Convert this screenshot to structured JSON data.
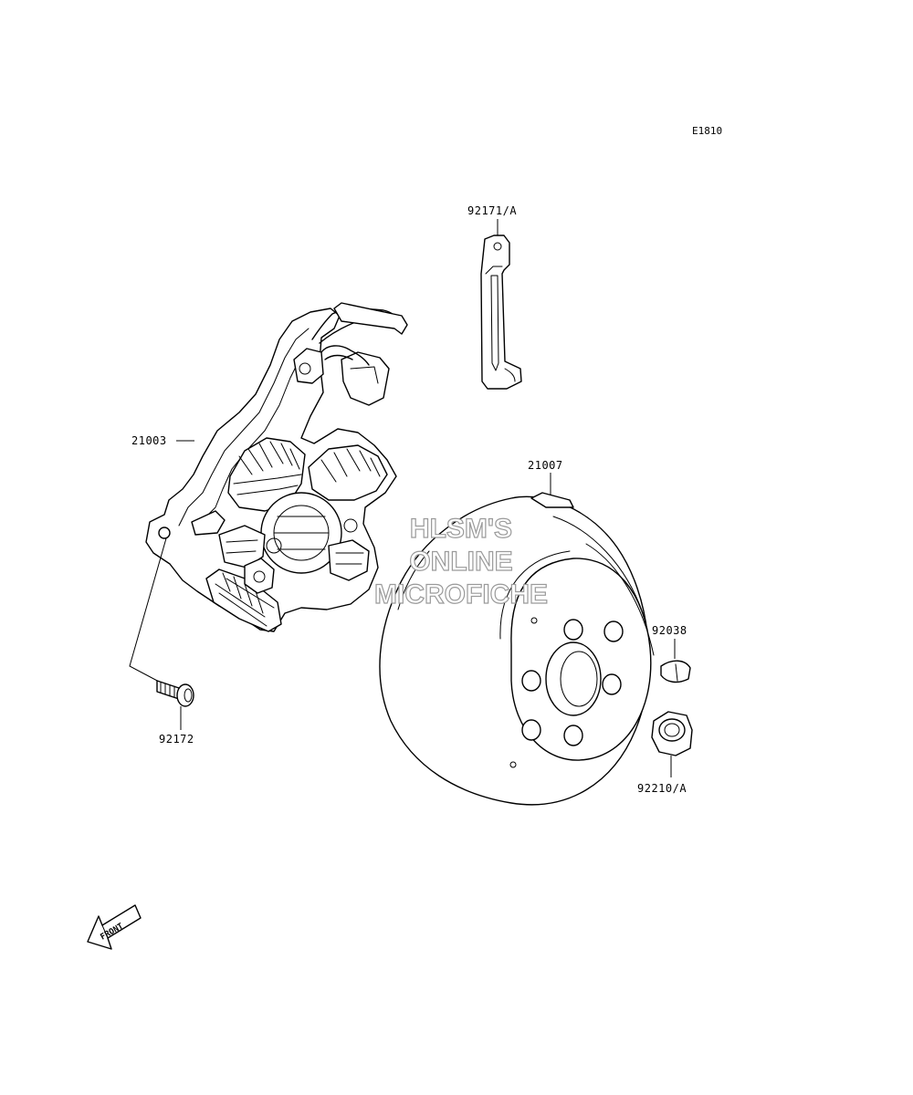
{
  "diagram": {
    "code": "E1810",
    "watermark": [
      "HLSM'S",
      "ONLINE",
      "MICROFICHE"
    ],
    "front_arrow_text": "FRONT",
    "parts": [
      {
        "id": "p-92171a",
        "number": "92171/A",
        "name": "clamp"
      },
      {
        "id": "p-21003",
        "number": "21003",
        "name": "stator"
      },
      {
        "id": "p-21007",
        "number": "21007",
        "name": "flywheel-rotor"
      },
      {
        "id": "p-92038",
        "number": "92038",
        "name": "woodruff-key"
      },
      {
        "id": "p-92172",
        "number": "92172",
        "name": "screw"
      },
      {
        "id": "p-92210a",
        "number": "92210/A",
        "name": "nut"
      }
    ]
  }
}
